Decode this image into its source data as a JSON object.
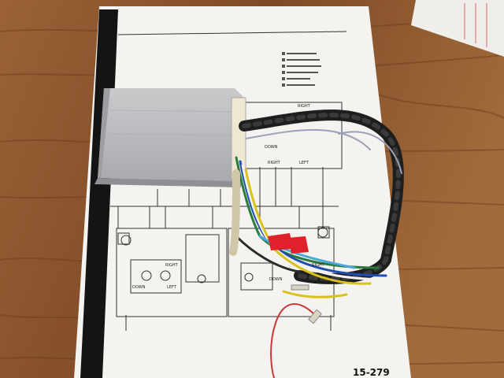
{
  "photo": {
    "surface": "wooden-table",
    "wood_color": "#8a5530",
    "paper_color": "#f4f3ef",
    "module_color": "#b8b9bb",
    "wire_colors": [
      "#2a7a3a",
      "#1e4fb0",
      "#f2f2f2",
      "#d9c21a",
      "#c83a3a",
      "#2a2a2a",
      "#9aa0b8"
    ]
  },
  "diagram": {
    "labels": {
      "right_top": "RIGHT",
      "down_1": "DOWN",
      "right_2": "RIGHT",
      "left": "LEFT",
      "down_2": "DOWN",
      "right_3": "RIGHT",
      "left_2": "LEFT",
      "down_3": "DOWN",
      "right_4": "RIGHT"
    },
    "page_number": "15-279"
  }
}
